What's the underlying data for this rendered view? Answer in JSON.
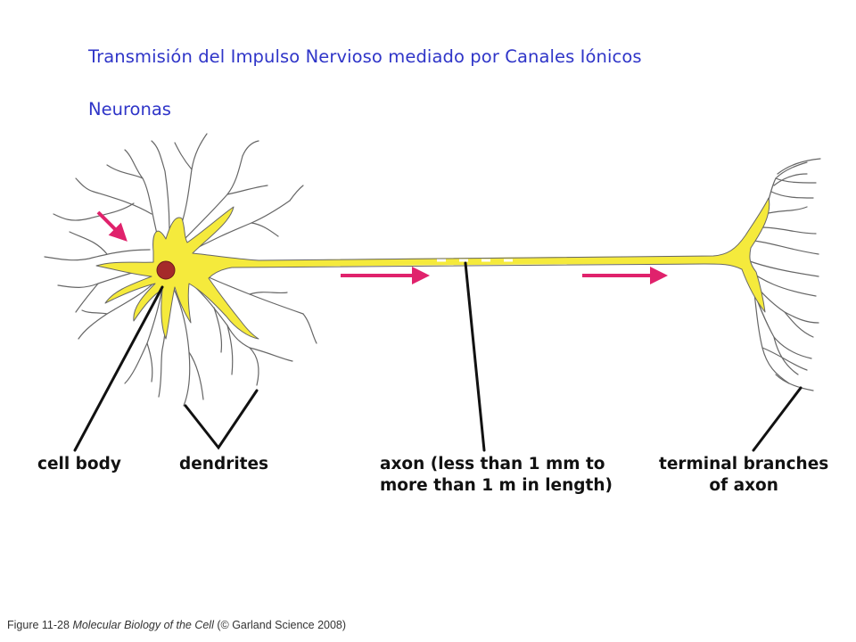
{
  "title": "Transmisión del Impulso Nervioso mediado por Canales Iónicos",
  "subtitle": "Neuronas",
  "labels": {
    "cell_body": "cell body",
    "dendrites": "dendrites",
    "axon_line1": "axon (less than 1 mm to",
    "axon_line2": "more than 1 m in length)",
    "terminal_line1": "terminal branches",
    "terminal_line2": "of axon"
  },
  "caption": {
    "figure": "Figure 11-28",
    "book": "Molecular Biology of the Cell",
    "rest": "(© Garland Science 2008)"
  },
  "colors": {
    "title": "#2f35c8",
    "neuron_fill": "#f5ea3c",
    "outline": "#555555",
    "nucleus": "#a52a2a",
    "signal_arrow": "#e0226c"
  }
}
